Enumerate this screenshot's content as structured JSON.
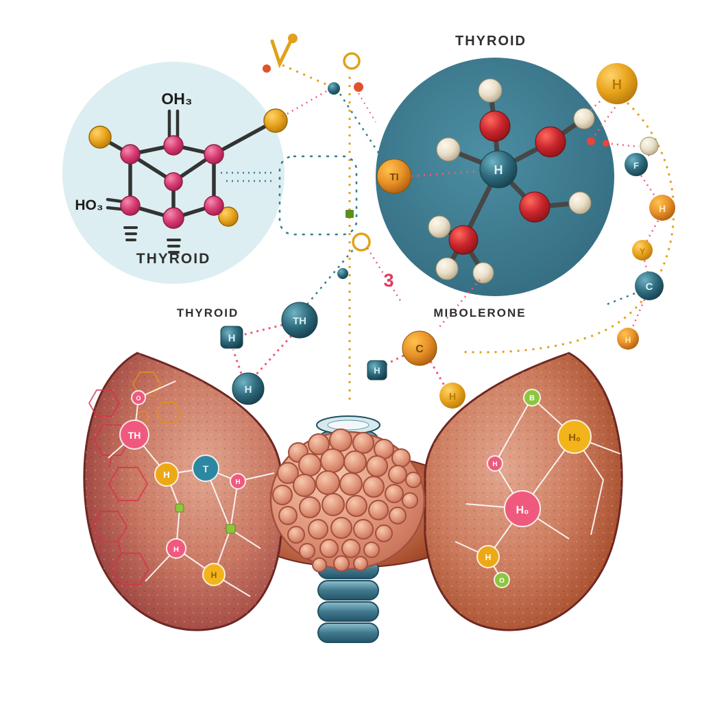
{
  "palette": {
    "background": "#ffffff",
    "pale_blue_circle": "#dceef1",
    "teal_circle": "#3e7d92",
    "pink_atom": "#d63c72",
    "yellow_atom": "#e8a41c",
    "orange_atom": "#e8922a",
    "red_atom": "#c8252c",
    "cream_atom": "#e9dfc9",
    "teal_atom": "#2e6b7d",
    "green_node": "#8cc63e",
    "gland_dark": "#8a3a38",
    "gland_light": "#d9907f",
    "trachea_teal": "#3f7f94",
    "bond_color": "#3c3c3c",
    "network_white": "#ffffff",
    "red_hex_pattern": "#d8304a",
    "gold_dashed": "#e0a21a",
    "pink_dashed": "#ef5d7a"
  },
  "top_left": {
    "oh_label": "OH₃",
    "ho_label": "HO₃",
    "caption": "THYROID"
  },
  "top_right": {
    "title": "THYROID",
    "center_atom": "H",
    "left_atom": "TI"
  },
  "middle": {
    "left_caption": "THYROID",
    "right_caption": "MIBOLERONE",
    "number": "3",
    "molecules": [
      {
        "label": "TH",
        "color": "#2e6b7d"
      },
      {
        "label": "H",
        "color": "#2e6b7d"
      },
      {
        "label": "H",
        "color": "#2e6b7d"
      },
      {
        "label": "H",
        "color": "#2e6b7d"
      },
      {
        "label": "C",
        "color": "#e8922a"
      },
      {
        "label": "H",
        "color": "#e8922a"
      }
    ]
  },
  "satellites": [
    {
      "label": "H",
      "color": "#e8a41c"
    },
    {
      "label": "F",
      "color": "#2e6b7d"
    },
    {
      "label": "H",
      "color": "#e8922a"
    },
    {
      "label": "Y",
      "color": "#e8a41c"
    },
    {
      "label": "C",
      "color": "#2e6b7d"
    },
    {
      "label": "H",
      "color": "#e8922a"
    }
  ],
  "gland": {
    "left_nodes": [
      {
        "label": "O",
        "color": "#f0597e"
      },
      {
        "label": "TH",
        "color": "#f0597e"
      },
      {
        "label": "H",
        "color": "#eda816"
      },
      {
        "label": "T",
        "color": "#2e87a0"
      },
      {
        "label": "H",
        "color": "#f0597e"
      },
      {
        "label": "H",
        "color": "#f0597e"
      },
      {
        "label": "H",
        "color": "#f3b31b"
      }
    ],
    "right_nodes": [
      {
        "label": "B",
        "color": "#8cc63e"
      },
      {
        "label": "H₀",
        "color": "#f3b31b"
      },
      {
        "label": "H",
        "color": "#f0597e"
      },
      {
        "label": "H₀",
        "color": "#f0597e"
      },
      {
        "label": "H",
        "color": "#eda816"
      },
      {
        "label": "O",
        "color": "#8cc63e"
      }
    ]
  }
}
